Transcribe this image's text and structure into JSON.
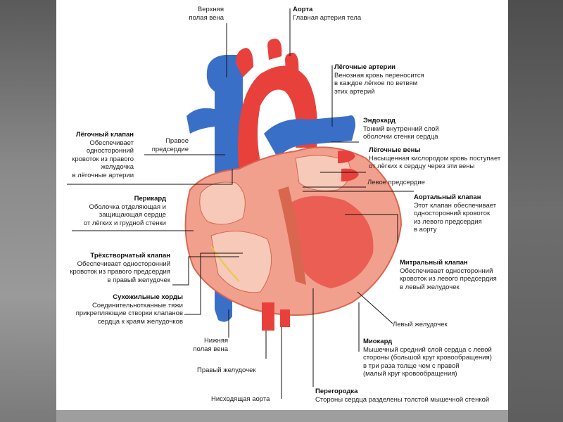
{
  "labels": {
    "svc": {
      "l1": "Верхняя",
      "l2": "полая вена"
    },
    "aorta": {
      "title": "Аорта",
      "desc": "Главная артерия тела"
    },
    "pulm_art": {
      "title": "Лёгочные артерии",
      "l1": "Венозная кровь переносится",
      "l2": "в каждое лёгкое по ветвям",
      "l3": "этих артерий"
    },
    "endocard": {
      "title": "Эндокард",
      "l1": "Тонкий внутренний слой",
      "l2": "оболочки стенки сердца"
    },
    "pulm_valve": {
      "title": "Лёгочный клапан",
      "l1": "Обеспечивает",
      "l2": "односторонний",
      "l3": "кровоток из правого",
      "l4": "желудочка",
      "l5": "в лёгочные артерии"
    },
    "ra": {
      "l1": "Правое",
      "l2": "предсердие"
    },
    "pulm_veins": {
      "title": "Лёгочные вены",
      "l1": "Насыщенная кислородом кровь поступает",
      "l2": "от лёгких к сердцу через эти вены"
    },
    "la": {
      "l1": "Левое предсердие"
    },
    "pericard": {
      "title": "Перикард",
      "l1": "Оболочка отделяющая и",
      "l2": "защищающая сердце",
      "l3": "от лёгких и грудной стенки"
    },
    "aortic_valve": {
      "title": "Аортальный клапан",
      "l1": "Этот клапан обеспечивает",
      "l2": "односторонний кровоток",
      "l3": "из левого предсердия",
      "l4": "в аорту"
    },
    "tricuspid": {
      "title": "Трёхстворчатый клапан",
      "l1": "Обеспечивает односторонний",
      "l2": "кровоток из правого предсердия",
      "l3": "в правый желудочек"
    },
    "mitral": {
      "title": "Митральный клапан",
      "l1": "Обеспечивает односторонний",
      "l2": "кровоток из левого предсердия",
      "l3": "в левый желудочек"
    },
    "chordae": {
      "title": "Сухожильные хорды",
      "l1": "Соединительнотканные тяжи",
      "l2": "прикрепляющие створки клапанов",
      "l3": "сердца к краям желудочков"
    },
    "lv": {
      "l1": "Левый желудочек"
    },
    "ivc": {
      "l1": "Нижняя",
      "l2": "полая вена"
    },
    "myocard": {
      "title": "Миокард",
      "l1": "Мышечный средний слой сердца с левой",
      "l2": "стороны (большой круг кровообращения)",
      "l3": "в три раза толще чем с правой",
      "l4": "(малый круг кровообращения)"
    },
    "rv": {
      "l1": "Правый желудочек"
    },
    "septum": {
      "title": "Перегородка",
      "l1": "Стороны сердца разделены толстой мышечной стенкой"
    },
    "desc_aorta": {
      "l1": "Нисходящая аорта"
    }
  },
  "colors": {
    "artery": "#e8413c",
    "vein": "#3a6fc8",
    "muscle": "#f2a08e",
    "muscle_dark": "#d9664f",
    "wall": "#f7c9b8",
    "leader": "#111111"
  }
}
